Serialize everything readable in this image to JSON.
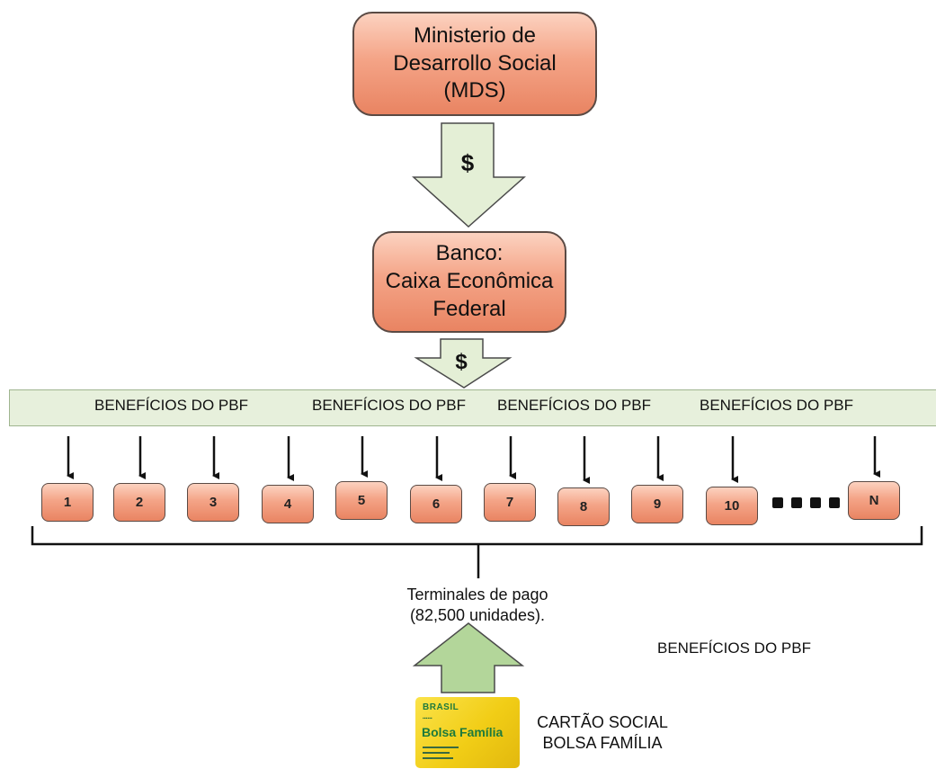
{
  "ministry": {
    "lines": [
      "Ministerio de",
      "Desarrollo Social",
      "(MDS)"
    ]
  },
  "flow_symbol_1": "$",
  "bank": {
    "lines": [
      "Banco:",
      "Caixa Econômica",
      "Federal"
    ]
  },
  "flow_symbol_2": "$",
  "band": {
    "labels": [
      "BENEFÍCIOS DO PBF",
      "BENEFÍCIOS DO PBF",
      "BENEFÍCIOS DO PBF",
      "BENEFÍCIOS DO PBF"
    ]
  },
  "terminals": [
    "1",
    "2",
    "3",
    "4",
    "5",
    "6",
    "7",
    "8",
    "9",
    "10",
    "N"
  ],
  "terminals_caption": {
    "line1": "Terminales de pago",
    "line2": "(82,500 unidades)."
  },
  "side_label": "BENEFÍCIOS DO PBF",
  "card": {
    "brand": "BRASIL",
    "name": "Bolsa Família"
  },
  "card_caption": {
    "line1": "CARTÃO SOCIAL",
    "line2": "BOLSA FAMÍLIA"
  },
  "colors": {
    "box_fill": "#f4a487",
    "box_border": "#5a4a44",
    "arrow_fill": "#e4efd6",
    "arrow_border": "#4a4a4a",
    "band_fill": "#e7f0dc",
    "card_fill": "#f1cd16"
  }
}
